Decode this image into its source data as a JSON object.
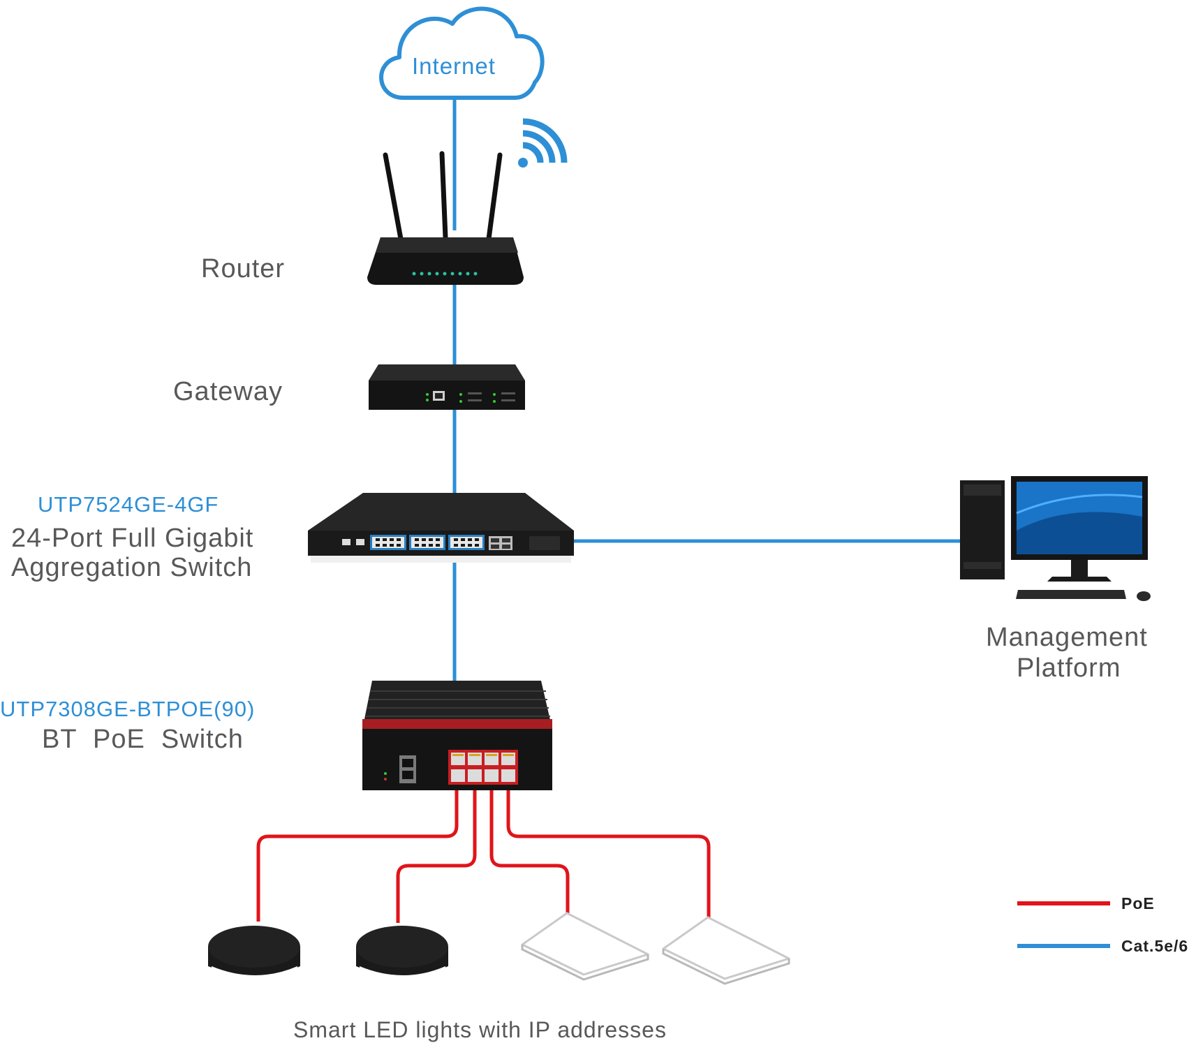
{
  "colors": {
    "cat": "#2e8fd6",
    "poe": "#e0141a",
    "label_dark": "#585858",
    "device_black": "#1b1b1b"
  },
  "internet": {
    "label": "Internet"
  },
  "router": {
    "label": "Router"
  },
  "gateway": {
    "label": "Gateway"
  },
  "aggregation_switch": {
    "model": "UTP7524GE-4GF",
    "line1": "24-Port Full Gigabit",
    "line2": "Aggregation Switch"
  },
  "poe_switch": {
    "model": "UTP7308GE-BTPOE(90)",
    "line1": "BT  PoE  Switch"
  },
  "management": {
    "line1": "Management",
    "line2": "Platform"
  },
  "lights": {
    "caption": "Smart LED lights with IP addresses"
  },
  "legend": {
    "poe": "PoE",
    "cat": "Cat.5e/6"
  }
}
